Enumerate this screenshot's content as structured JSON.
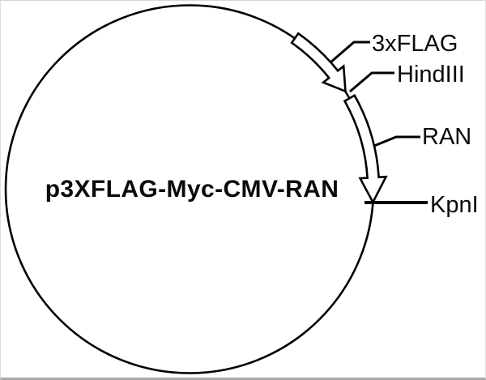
{
  "canvas": {
    "background": "#ffffff",
    "frame_border": "#d6d6d6",
    "frame_bottom_edge": "#a9a9a9",
    "ink": "#000000",
    "arrow_fill": "#ffffff"
  },
  "plasmid": {
    "name": "p3XFLAG-Myc-CMV-RAN",
    "features": [
      {
        "label": "3xFLAG",
        "kind": "tag-arc-arrow"
      },
      {
        "label": "HindIII",
        "kind": "restriction-site"
      },
      {
        "label": "RAN",
        "kind": "gene-arc-arrow"
      },
      {
        "label": "KpnI",
        "kind": "restriction-site"
      }
    ]
  }
}
